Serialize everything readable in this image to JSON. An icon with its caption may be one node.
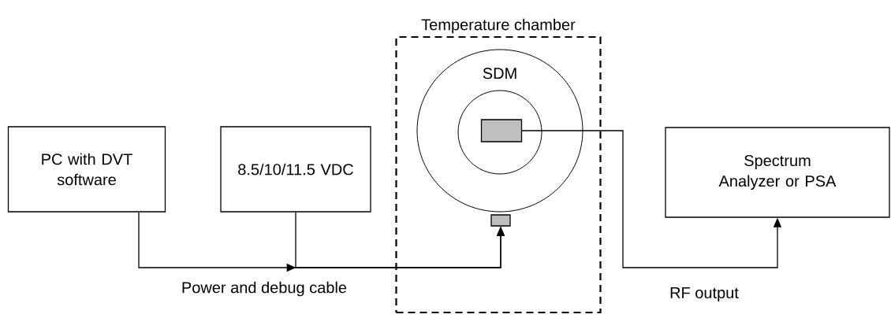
{
  "diagram": {
    "nodes": [
      {
        "text": [
          "Temperature chamber"
        ]
      },
      {
        "text": [
          "SDM"
        ],
        "in": 0
      },
      {
        "text": [],
        "shape": "circle",
        "in": 1
      },
      {
        "text": [],
        "shape": "box",
        "in": 2
      },
      {
        "text": [],
        "shape": "box",
        "in": 0
      },
      {
        "text": [
          "PC with DVT software"
        ]
      },
      {
        "text": [
          "8.5/10/11.5 VDC"
        ]
      },
      {
        "text": [
          "Spectrum Analyzer or PSA"
        ]
      }
    ],
    "edges": [
      {
        "from": 5,
        "to": 4,
        "arrow": "to",
        "label": "Power and debug cable"
      },
      {
        "from": 6,
        "to": 4,
        "arrow": "to"
      },
      {
        "from": 3,
        "to": 7,
        "arrow": "to",
        "label": "RF output"
      }
    ]
  }
}
